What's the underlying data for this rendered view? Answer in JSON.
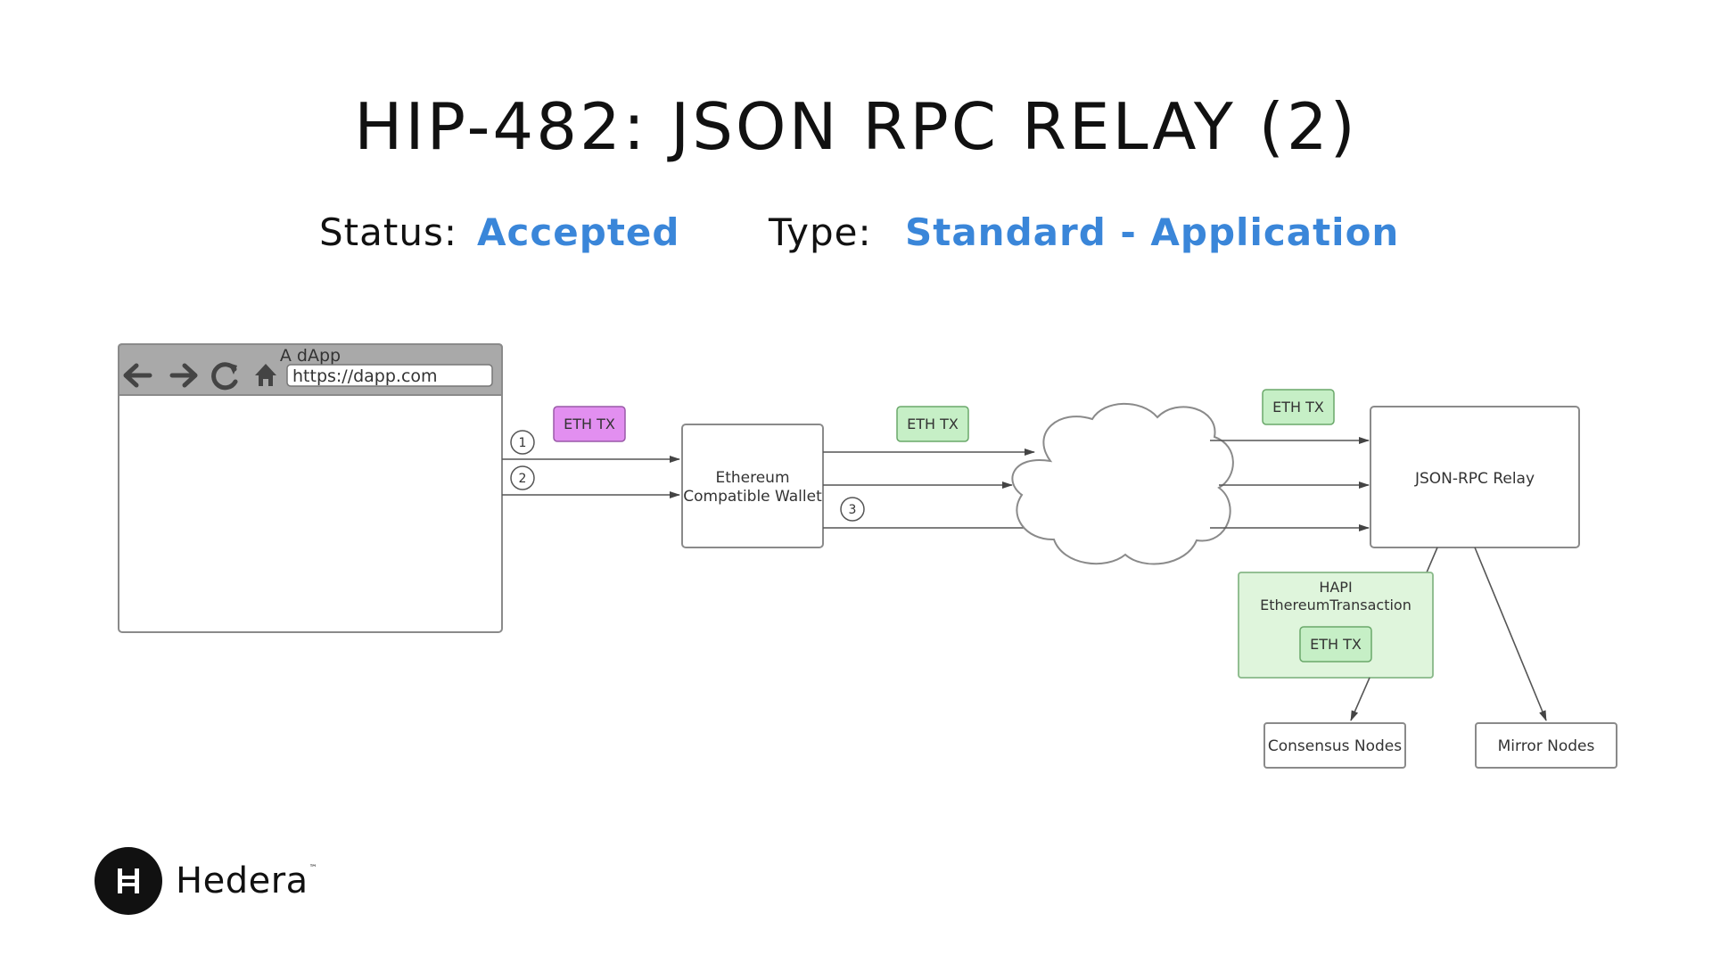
{
  "slide": {
    "title": "HIP-482: JSON RPC RELAY (2)",
    "status_label": "Status:",
    "status_value": "Accepted",
    "type_label": "Type:",
    "type_value": "Standard - Application",
    "accent_color": "#3a86d9"
  },
  "diagram": {
    "browser": {
      "window_title": "A dApp",
      "url": "https://dapp.com",
      "nav_icons": [
        "back-arrow-icon",
        "forward-arrow-icon",
        "reload-icon",
        "home-icon"
      ]
    },
    "eth_tx_label": "ETH TX",
    "wallet_label_line1": "Ethereum",
    "wallet_label_line2": "Compatible Wallet",
    "step_markers": [
      "1",
      "2",
      "3"
    ],
    "relay_label": "JSON-RPC Relay",
    "hapi_line1": "HAPI",
    "hapi_line2": "EthereumTransaction",
    "consensus_label": "Consensus Nodes",
    "mirror_label": "Mirror Nodes",
    "colors": {
      "eth_tx_purple_fill": "#e28ff0",
      "eth_tx_green_fill": "#c6efc6",
      "hapi_fill": "#dff5dc"
    }
  },
  "brand": {
    "name": "Hedera",
    "trademark": "™"
  }
}
